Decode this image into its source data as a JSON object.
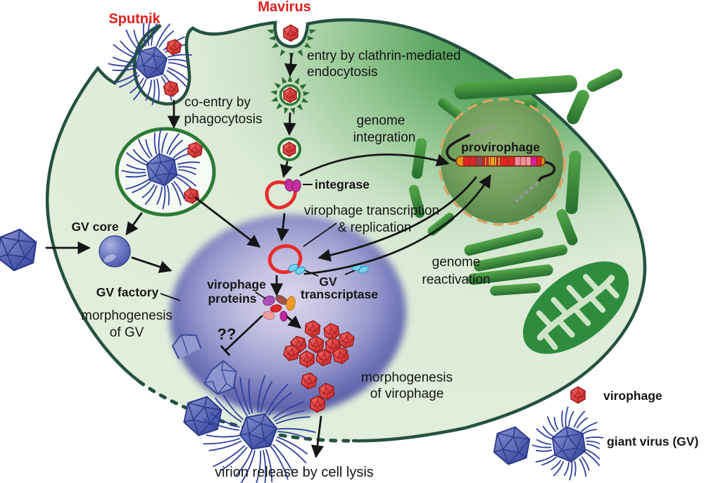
{
  "labels": {
    "sputnik": "Sputnik",
    "mavirus": "Mavirus",
    "entry_endocytosis": [
      "entry by clathrin-mediated",
      "endocytosis"
    ],
    "co_entry": [
      "co-entry by",
      "phagocytosis"
    ],
    "genome_integration": [
      "genome",
      "integration"
    ],
    "provirophage": "provirophage",
    "integrase": "integrase",
    "transcription_replication": [
      "virophage transcription",
      "& replication"
    ],
    "gv_core": "GV core",
    "gv_factory": "GV factory",
    "morphogenesis_gv": [
      "morphogenesis",
      "of GV"
    ],
    "virophage_proteins": [
      "virophage",
      "proteins"
    ],
    "gv_transcriptase": [
      "GV",
      "transcriptase"
    ],
    "question_marks": "??",
    "genome_reactivation": [
      "genome",
      "reactivation"
    ],
    "morphogenesis_virophage": [
      "morphogenesis",
      "of virophage"
    ],
    "virion_release": "virion release by cell lysis"
  },
  "legend": {
    "virophage": "virophage",
    "giant_virus": "giant virus (GV)"
  },
  "colors": {
    "virus_name_red": "#e0201c",
    "cell_membrane_green": "#24523f",
    "cell_fill_light": "#ddecd9",
    "cell_fill_dark": "#3f9549",
    "nucleus_green": "#6f9c5e",
    "nuclear_envelope_tan": "#d8a469",
    "organelle_green": "#2f8c3e",
    "factory_purple": "#5a5da9",
    "giant_virus_blue": "#4a57a5",
    "virophage_red": "#d93a38",
    "genome_red": "#e82c2c",
    "integrase_magenta": "#c52fa0",
    "transcriptase_cyan": "#6fd2ee",
    "provirophage_bar_orange": "#e8921e"
  }
}
